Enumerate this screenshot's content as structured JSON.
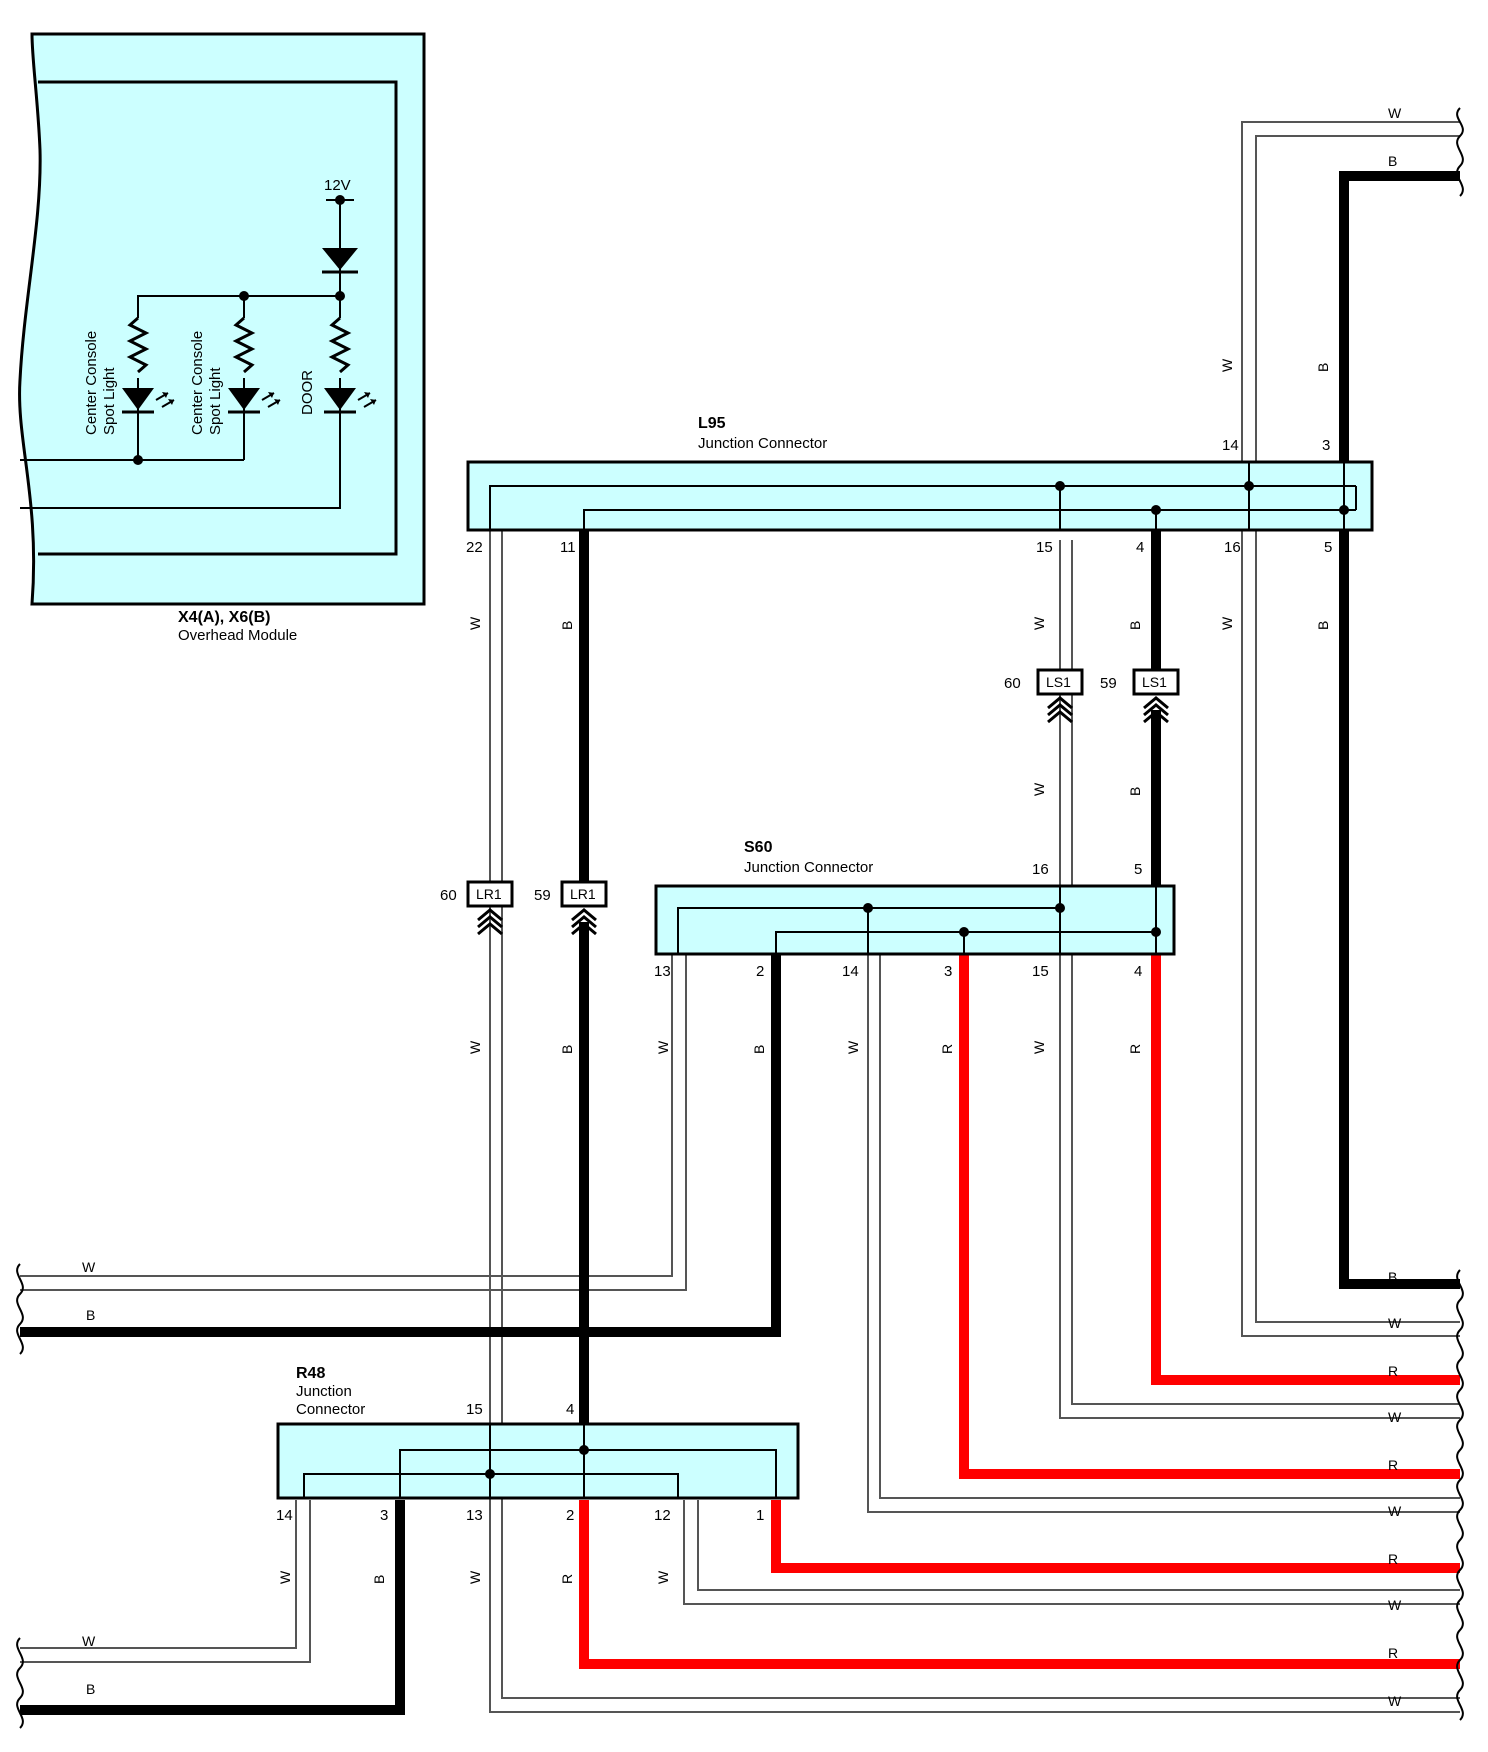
{
  "colors": {
    "connector_fill": "#ccffff",
    "wire_black": "#000000",
    "wire_red": "#ff0000",
    "wire_white_outline": "#555555",
    "background": "#ffffff"
  },
  "overhead_module": {
    "name": "X4(A), X6(B)",
    "description": "Overhead Module",
    "voltage_label": "12V",
    "lamps": [
      {
        "label_line1": "Center Console",
        "label_line2": "Spot Light"
      },
      {
        "label_line1": "Center Console",
        "label_line2": "Spot Light"
      },
      {
        "label_line1": "DOOR",
        "label_line2": ""
      }
    ]
  },
  "connectors": {
    "L95": {
      "name": "L95",
      "description": "Junction Connector",
      "top_pins": {
        "p14": "14",
        "p3": "3"
      },
      "bottom_pins": {
        "p22": "22",
        "p11": "11",
        "p15": "15",
        "p4": "4",
        "p16": "16",
        "p5": "5"
      }
    },
    "S60": {
      "name": "S60",
      "description": "Junction Connector",
      "top_pins": {
        "p16": "16",
        "p5": "5"
      },
      "bottom_pins": {
        "p13": "13",
        "p2": "2",
        "p14": "14",
        "p3": "3",
        "p15": "15",
        "p4": "4"
      }
    },
    "R48": {
      "name": "R48",
      "description_line1": "Junction",
      "description_line2": "Connector",
      "top_pins": {
        "p15": "15",
        "p4": "4"
      },
      "bottom_pins": {
        "p14": "14",
        "p3": "3",
        "p13": "13",
        "p2": "2",
        "p12": "12",
        "p1": "1"
      }
    }
  },
  "inline_connectors": {
    "ls1_60": {
      "pin": "60",
      "name": "LS1"
    },
    "ls1_59": {
      "pin": "59",
      "name": "LS1"
    },
    "lr1_60": {
      "pin": "60",
      "name": "LR1"
    },
    "lr1_59": {
      "pin": "59",
      "name": "LR1"
    }
  },
  "wire_colors": {
    "W": "W",
    "B": "B",
    "R": "R"
  }
}
